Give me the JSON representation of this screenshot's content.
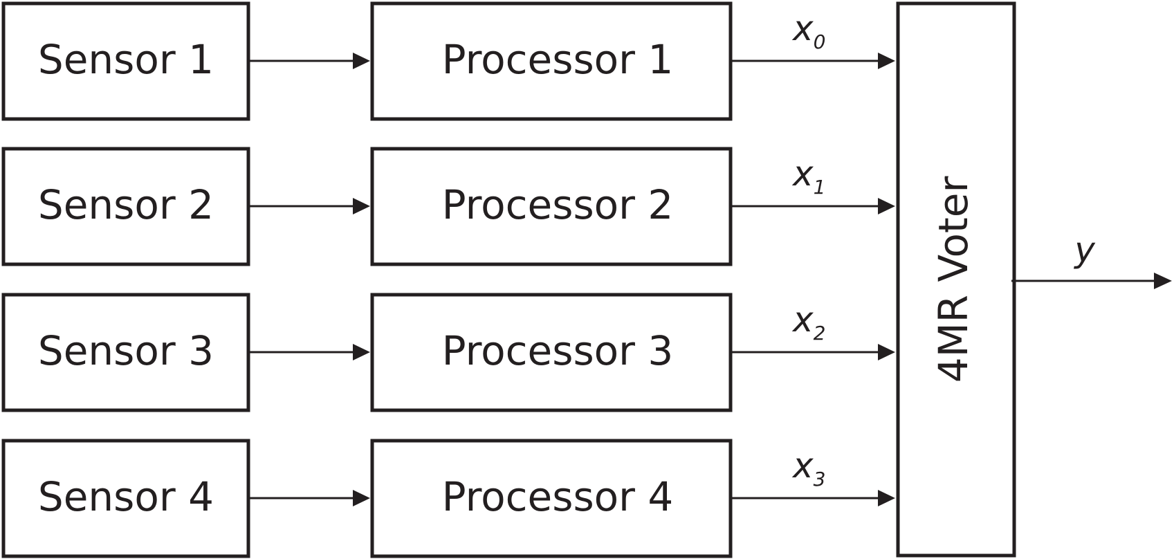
{
  "diagram": {
    "rows": [
      {
        "sensor": "Sensor 1",
        "processor": "Processor 1",
        "signal": "x",
        "signal_sub": "0"
      },
      {
        "sensor": "Sensor 2",
        "processor": "Processor 2",
        "signal": "x",
        "signal_sub": "1"
      },
      {
        "sensor": "Sensor 3",
        "processor": "Processor 3",
        "signal": "x",
        "signal_sub": "2"
      },
      {
        "sensor": "Sensor 4",
        "processor": "Processor 4",
        "signal": "x",
        "signal_sub": "3"
      }
    ],
    "voter": "4MR Voter",
    "output": "y"
  },
  "colors": {
    "stroke": "#231f20",
    "background": "#ffffff"
  }
}
